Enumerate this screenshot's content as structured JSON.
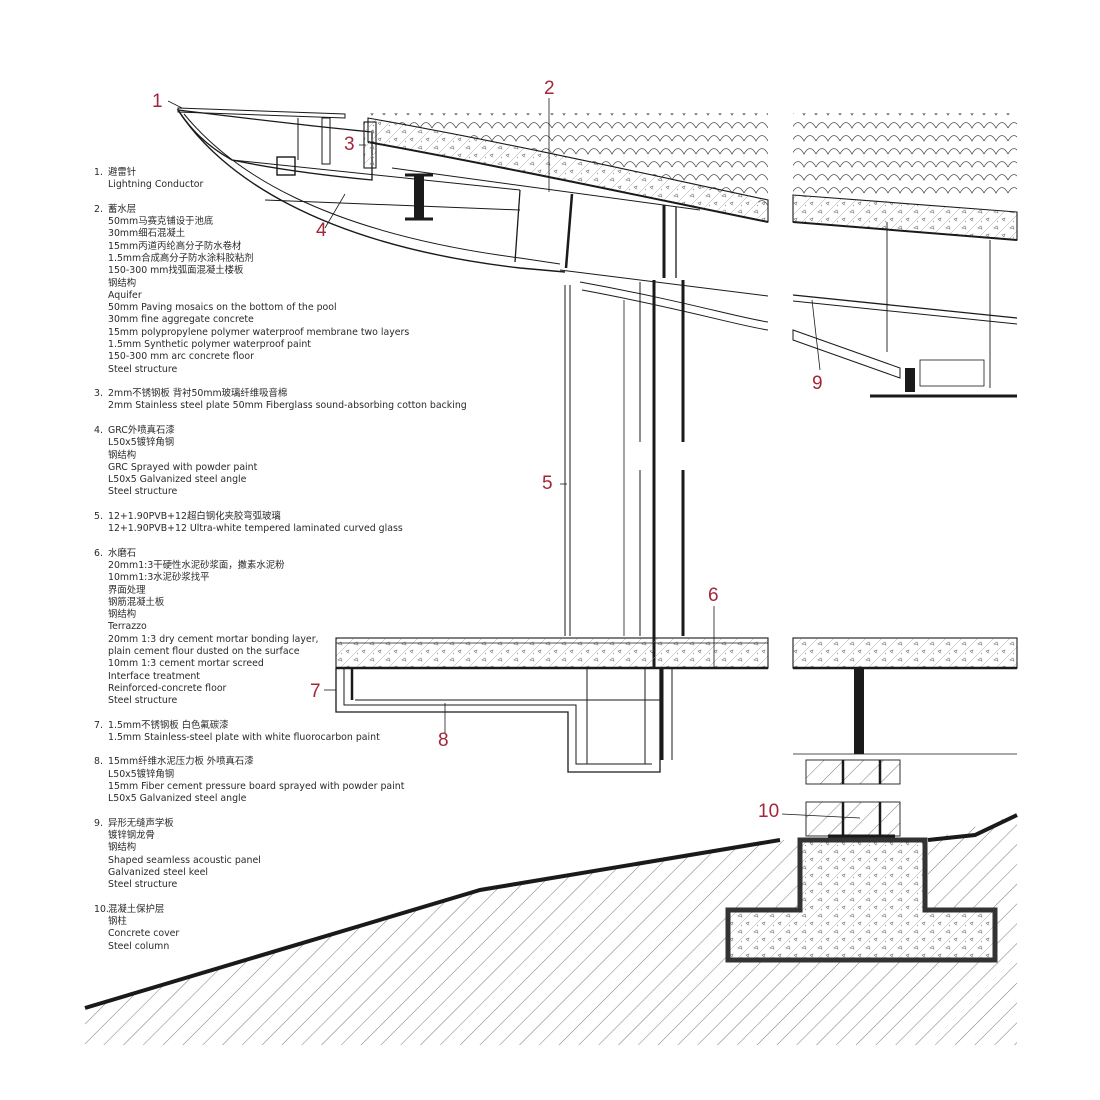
{
  "callouts": [
    {
      "id": "1",
      "label": "1"
    },
    {
      "id": "2",
      "label": "2"
    },
    {
      "id": "3",
      "label": "3"
    },
    {
      "id": "4",
      "label": "4"
    },
    {
      "id": "5",
      "label": "5"
    },
    {
      "id": "6",
      "label": "6"
    },
    {
      "id": "7",
      "label": "7"
    },
    {
      "id": "8",
      "label": "8"
    },
    {
      "id": "9",
      "label": "9"
    },
    {
      "id": "10",
      "label": "10"
    }
  ],
  "legend": [
    {
      "number": "1.",
      "lines": [
        "避雷针",
        "Lightning Conductor"
      ]
    },
    {
      "number": "2.",
      "lines": [
        "蓄水层",
        "50mm马赛克铺设于池底",
        "30mm细石混凝土",
        "15mm丙道丙纶高分子防水卷材",
        "1.5mm合成高分子防水涂料胶粘剂",
        "150-300 mm找弧面混凝土楼板",
        "钢结构",
        "Aquifer",
        "50mm Paving mosaics on the bottom of the pool",
        "30mm fine aggregate concrete",
        "15mm polypropylene polymer waterproof membrane two layers",
        "1.5mm Synthetic polymer waterproof paint",
        "150-300 mm arc concrete floor",
        "Steel structure"
      ]
    },
    {
      "number": "3.",
      "lines": [
        "2mm不锈钢板 背衬50mm玻璃纤维吸音棉",
        "2mm Stainless steel plate  50mm Fiberglass sound-absorbing cotton backing"
      ]
    },
    {
      "number": "4.",
      "lines": [
        "GRC外喷真石漆",
        "L50x5镀锌角钢",
        "钢结构",
        "GRC Sprayed with powder paint",
        "L50x5 Galvanized steel angle",
        "Steel structure"
      ]
    },
    {
      "number": "5.",
      "lines": [
        "12+1.90PVB+12超白钢化夹胶弯弧玻璃",
        "12+1.90PVB+12 Ultra-white tempered laminated curved glass"
      ]
    },
    {
      "number": "6.",
      "lines": [
        "水磨石",
        "20mm1:3干硬性水泥砂浆面，撒素水泥粉",
        "10mm1:3水泥砂浆找平",
        "界面处理",
        "钢筋混凝土板",
        "钢结构",
        "Terrazzo",
        "20mm 1:3 dry cement mortar bonding layer,",
        "plain cement flour dusted on the surface",
        "10mm 1:3 cement mortar screed",
        "Interface treatment",
        "Reinforced-concrete floor",
        "Steel structure"
      ]
    },
    {
      "number": "7.",
      "lines": [
        "1.5mm不锈钢板 白色氟碳漆",
        "1.5mm Stainless-steel plate with white fluorocarbon paint"
      ]
    },
    {
      "number": "8.",
      "lines": [
        "15mm纤维水泥压力板 外喷真石漆",
        "L50x5镀锌角钢",
        "15mm Fiber cement pressure board sprayed with powder paint",
        "L50x5 Galvanized steel angle"
      ]
    },
    {
      "number": "9.",
      "lines": [
        "异形无缝声学板",
        "镀锌钢龙骨",
        "钢结构",
        "Shaped seamless acoustic panel",
        "Galvanized steel keel",
        "Steel structure"
      ]
    },
    {
      "number": "10.",
      "lines": [
        "混凝土保护层",
        "钢柱",
        "Concrete cover",
        "Steel column"
      ]
    }
  ],
  "colors": {
    "callout": "#a3263a",
    "line": "#1a1a1a",
    "text": "#2a2a2a",
    "hatch": "#555555"
  }
}
